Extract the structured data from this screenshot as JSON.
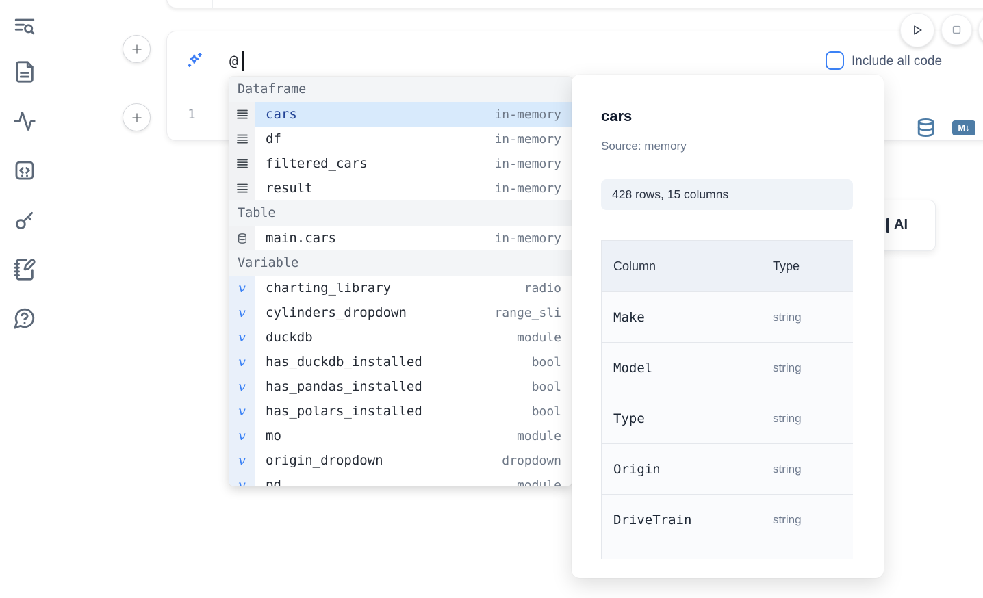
{
  "sidebar": {
    "icons": [
      {
        "name": "table-of-contents-search-icon"
      },
      {
        "name": "file-text-icon"
      },
      {
        "name": "activity-icon"
      },
      {
        "name": "code-snippets-icon"
      },
      {
        "name": "key-icon"
      },
      {
        "name": "scratchpad-notebook-pen-icon"
      },
      {
        "name": "help-chat-icon"
      }
    ]
  },
  "run_controls": {
    "play_icon": "play-icon",
    "stop_icon": "stop-icon"
  },
  "cell": {
    "ai_input": {
      "value": "@",
      "include_all_code_label": "Include all code",
      "checkbox_checked": false,
      "sparkle_icon": "ai-sparkle-icon"
    },
    "editor": {
      "line_number": "1"
    },
    "actions": {
      "database_icon": "database-icon",
      "markdown_badge": "M↓"
    }
  },
  "autocomplete": {
    "sections": [
      {
        "label": "Dataframe",
        "kind": "dataframe",
        "items": [
          {
            "name": "cars",
            "type": "in-memory",
            "selected": true
          },
          {
            "name": "df",
            "type": "in-memory"
          },
          {
            "name": "filtered_cars",
            "type": "in-memory"
          },
          {
            "name": "result",
            "type": "in-memory"
          }
        ]
      },
      {
        "label": "Table",
        "kind": "table",
        "items": [
          {
            "name": "main.cars",
            "type": "in-memory"
          }
        ]
      },
      {
        "label": "Variable",
        "kind": "variable",
        "items": [
          {
            "name": "charting_library",
            "type": "radio"
          },
          {
            "name": "cylinders_dropdown",
            "type": "range_sli"
          },
          {
            "name": "duckdb",
            "type": "module"
          },
          {
            "name": "has_duckdb_installed",
            "type": "bool"
          },
          {
            "name": "has_pandas_installed",
            "type": "bool"
          },
          {
            "name": "has_polars_installed",
            "type": "bool"
          },
          {
            "name": "mo",
            "type": "module"
          },
          {
            "name": "origin_dropdown",
            "type": "dropdown"
          },
          {
            "name": "pd",
            "type": "module",
            "partial": true
          }
        ]
      }
    ]
  },
  "preview": {
    "title": "cars",
    "source": "Source: memory",
    "shape": "428 rows, 15 columns",
    "table": {
      "headers": [
        "Column",
        "Type"
      ],
      "rows": [
        [
          "Make",
          "string"
        ],
        [
          "Model",
          "string"
        ],
        [
          "Type",
          "string"
        ],
        [
          "Origin",
          "string"
        ],
        [
          "DriveTrain",
          "string"
        ],
        [
          "",
          ""
        ]
      ]
    }
  },
  "ai_button": {
    "visible_label": "AI"
  },
  "colors": {
    "accent_blue": "#3b82f6",
    "selection_bg": "#d8eafc",
    "cell_action_icon_blue": "#4d7ca6",
    "sidebar_icon_gray": "#5c6878"
  }
}
